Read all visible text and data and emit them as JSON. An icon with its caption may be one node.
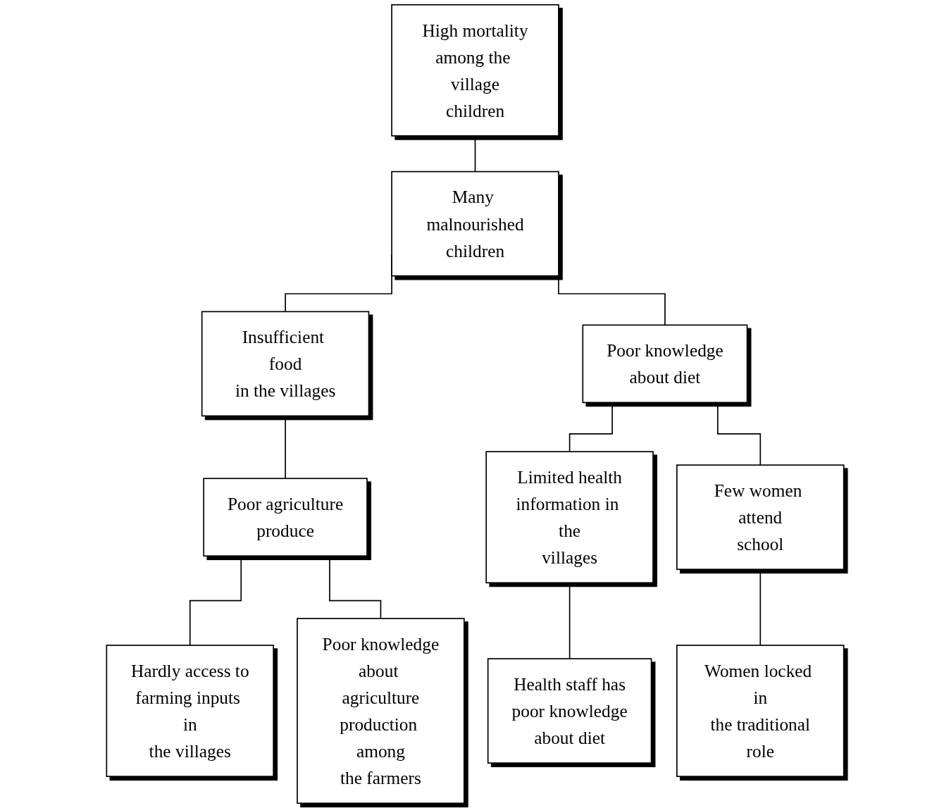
{
  "diagram": {
    "nodes": [
      {
        "text": [
          "High mortality among the village children"
        ]
      },
      {
        "text": [
          "Many malnourished children"
        ]
      },
      {
        "text": [
          "Insufficient food in the villages"
        ]
      },
      {
        "text": [
          "Poor knowledge about diet"
        ]
      },
      {
        "text": [
          "Poor agriculture produce"
        ]
      },
      {
        "text": [
          "Limited health information in the villages"
        ]
      },
      {
        "text": [
          "Few women attend school"
        ]
      },
      {
        "text": [
          "Hardly access to farming inputs in the villages"
        ]
      },
      {
        "text": [
          "Poor knowledge about agriculture production among the farmers"
        ]
      },
      {
        "text": [
          "Health staff has poor knowledge about diet"
        ]
      },
      {
        "text": [
          "Women locked in the traditional role"
        ]
      }
    ],
    "edges": [
      {
        "from": 0,
        "to": 1,
        "arrow": "none"
      },
      {
        "from": 1,
        "to": 2,
        "arrow": "none"
      },
      {
        "from": 1,
        "to": 3,
        "arrow": "none"
      },
      {
        "from": 2,
        "to": 4,
        "arrow": "none"
      },
      {
        "from": 3,
        "to": 5,
        "arrow": "none"
      },
      {
        "from": 3,
        "to": 6,
        "arrow": "none"
      },
      {
        "from": 4,
        "to": 7,
        "arrow": "none"
      },
      {
        "from": 4,
        "to": 8,
        "arrow": "none"
      },
      {
        "from": 5,
        "to": 9,
        "arrow": "none"
      },
      {
        "from": 6,
        "to": 10,
        "arrow": "none"
      }
    ]
  }
}
